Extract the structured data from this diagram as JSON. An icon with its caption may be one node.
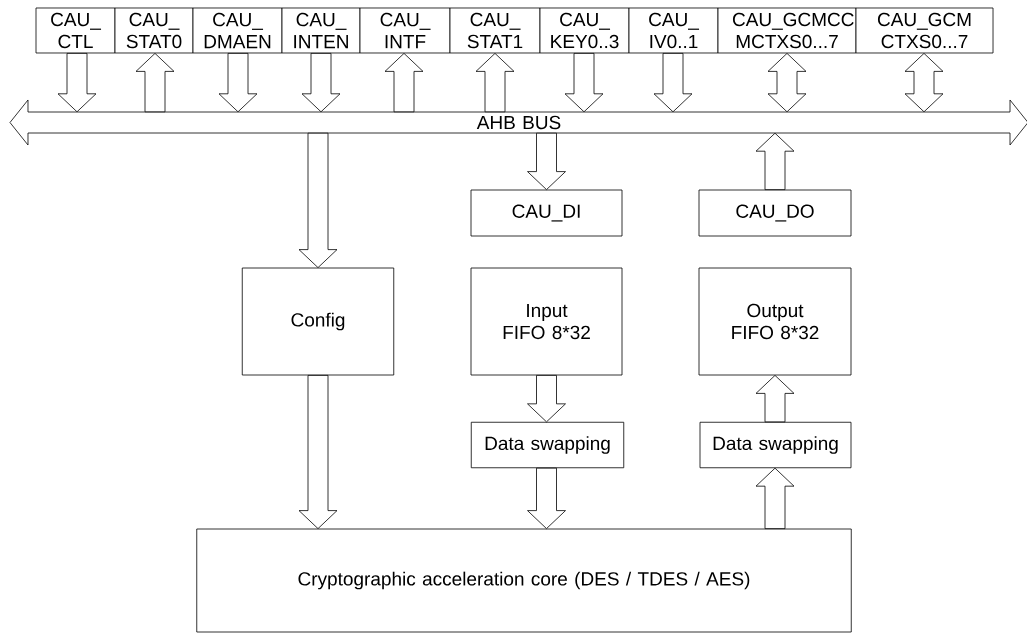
{
  "diagram": {
    "nodes": [
      {
        "text": [
          "CAU_ CTL"
        ]
      },
      {
        "text": [
          "CAU_ STAT0"
        ]
      },
      {
        "text": [
          "CAU_ DMAEN"
        ]
      },
      {
        "text": [
          "CAU_ INTEN"
        ]
      },
      {
        "text": [
          "CAU_ INTF"
        ]
      },
      {
        "text": [
          "CAU_ STAT1"
        ]
      },
      {
        "text": [
          "CAU_ KEY0..3"
        ]
      },
      {
        "text": [
          "CAU_ IV0..1"
        ]
      },
      {
        "text": [
          "CAU_GCMCC MCTXS0...7"
        ]
      },
      {
        "text": [
          "CAU_GCM CTXS0...7"
        ]
      },
      {
        "text": [
          "AHB BUS"
        ]
      },
      {
        "text": [
          "CAU_DI"
        ]
      },
      {
        "text": [
          "CAU_DO"
        ]
      },
      {
        "text": [
          "Config"
        ]
      },
      {
        "text": [
          "Input FIFO 8*32"
        ]
      },
      {
        "text": [
          "Output FIFO 8*32"
        ]
      },
      {
        "text": [
          "Data swapping"
        ]
      },
      {
        "text": [
          "Data swapping"
        ]
      },
      {
        "text": [
          "Cryptographic acceleration core (DES / TDES / AES)"
        ]
      }
    ],
    "edges": [
      {
        "from": 0,
        "to": 10,
        "arrow": "to"
      },
      {
        "from": 10,
        "to": 1,
        "arrow": "to"
      },
      {
        "from": 2,
        "to": 10,
        "arrow": "to"
      },
      {
        "from": 3,
        "to": 10,
        "arrow": "to"
      },
      {
        "from": 10,
        "to": 4,
        "arrow": "to"
      },
      {
        "from": 10,
        "to": 5,
        "arrow": "to"
      },
      {
        "from": 6,
        "to": 10,
        "arrow": "to"
      },
      {
        "from": 7,
        "to": 10,
        "arrow": "to"
      },
      {
        "from": 8,
        "to": 10,
        "arrow": "both"
      },
      {
        "from": 9,
        "to": 10,
        "arrow": "both"
      },
      {
        "from": 10,
        "to": 13,
        "arrow": "to"
      },
      {
        "from": 10,
        "to": 11,
        "arrow": "to"
      },
      {
        "from": 12,
        "to": 10,
        "arrow": "to"
      },
      {
        "from": 13,
        "to": 18,
        "arrow": "to"
      },
      {
        "from": 14,
        "to": 16,
        "arrow": "to"
      },
      {
        "from": 16,
        "to": 18,
        "arrow": "to"
      },
      {
        "from": 18,
        "to": 17,
        "arrow": "to"
      },
      {
        "from": 17,
        "to": 15,
        "arrow": "to"
      }
    ]
  }
}
